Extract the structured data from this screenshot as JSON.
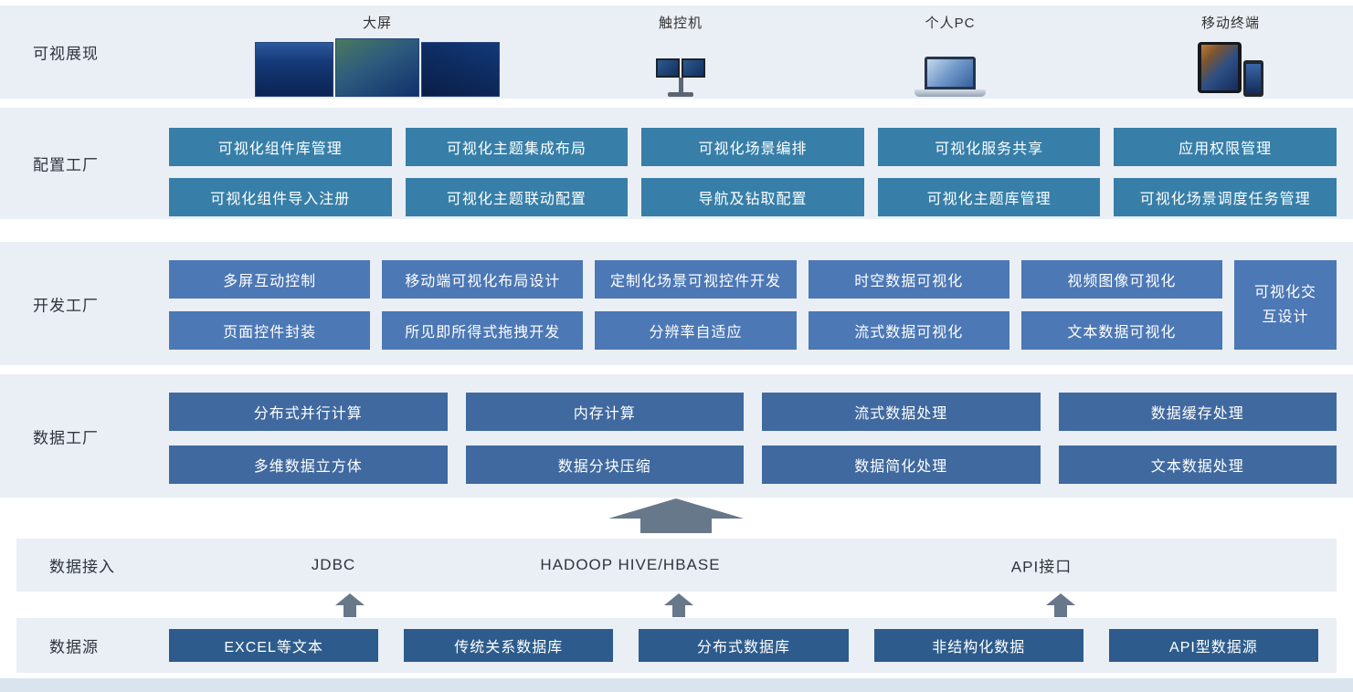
{
  "colors": {
    "band-bg": "#eaeff5",
    "btn-config": "#377fa8",
    "btn-dev": "#4c78b5",
    "btn-data": "#40699f",
    "btn-source": "#2d5c8c",
    "btn-text": "#ffffff",
    "arrow": "#68788b",
    "text-dark": "#2f353d",
    "bottom-strip": "#d9e4ef"
  },
  "display": {
    "label": "可视展现",
    "devices": [
      {
        "name": "大屏",
        "icon": "large-screen-icon"
      },
      {
        "name": "触控机",
        "icon": "touch-machine-icon"
      },
      {
        "name": "个人PC",
        "icon": "laptop-icon"
      },
      {
        "name": "移动终端",
        "icon": "mobile-devices-icon"
      }
    ]
  },
  "config_factory": {
    "label": "配置工厂",
    "row1": [
      "可视化组件库管理",
      "可视化主题集成布局",
      "可视化场景编排",
      "可视化服务共享",
      "应用权限管理"
    ],
    "row2": [
      "可视化组件导入注册",
      "可视化主题联动配置",
      "导航及钻取配置",
      "可视化主题库管理",
      "可视化场景调度任务管理"
    ]
  },
  "dev_factory": {
    "label": "开发工厂",
    "row1": [
      "多屏互动控制",
      "移动端可视化布局设计",
      "定制化场景可视控件开发",
      "时空数据可视化",
      "视频图像可视化"
    ],
    "row2": [
      "页面控件封装",
      "所见即所得式拖拽开发",
      "分辨率自适应",
      "流式数据可视化",
      "文本数据可视化"
    ],
    "side": "可视化交互设计"
  },
  "data_factory": {
    "label": "数据工厂",
    "row1": [
      "分布式并行计算",
      "内存计算",
      "流式数据处理",
      "数据缓存处理"
    ],
    "row2": [
      "多维数据立方体",
      "数据分块压缩",
      "数据简化处理",
      "文本数据处理"
    ]
  },
  "data_access": {
    "label": "数据接入",
    "items": [
      "JDBC",
      "HADOOP HIVE/HBASE",
      "API接口"
    ]
  },
  "data_source": {
    "label": "数据源",
    "items": [
      "EXCEL等文本",
      "传统关系数据库",
      "分布式数据库",
      "非结构化数据",
      "API型数据源"
    ]
  }
}
